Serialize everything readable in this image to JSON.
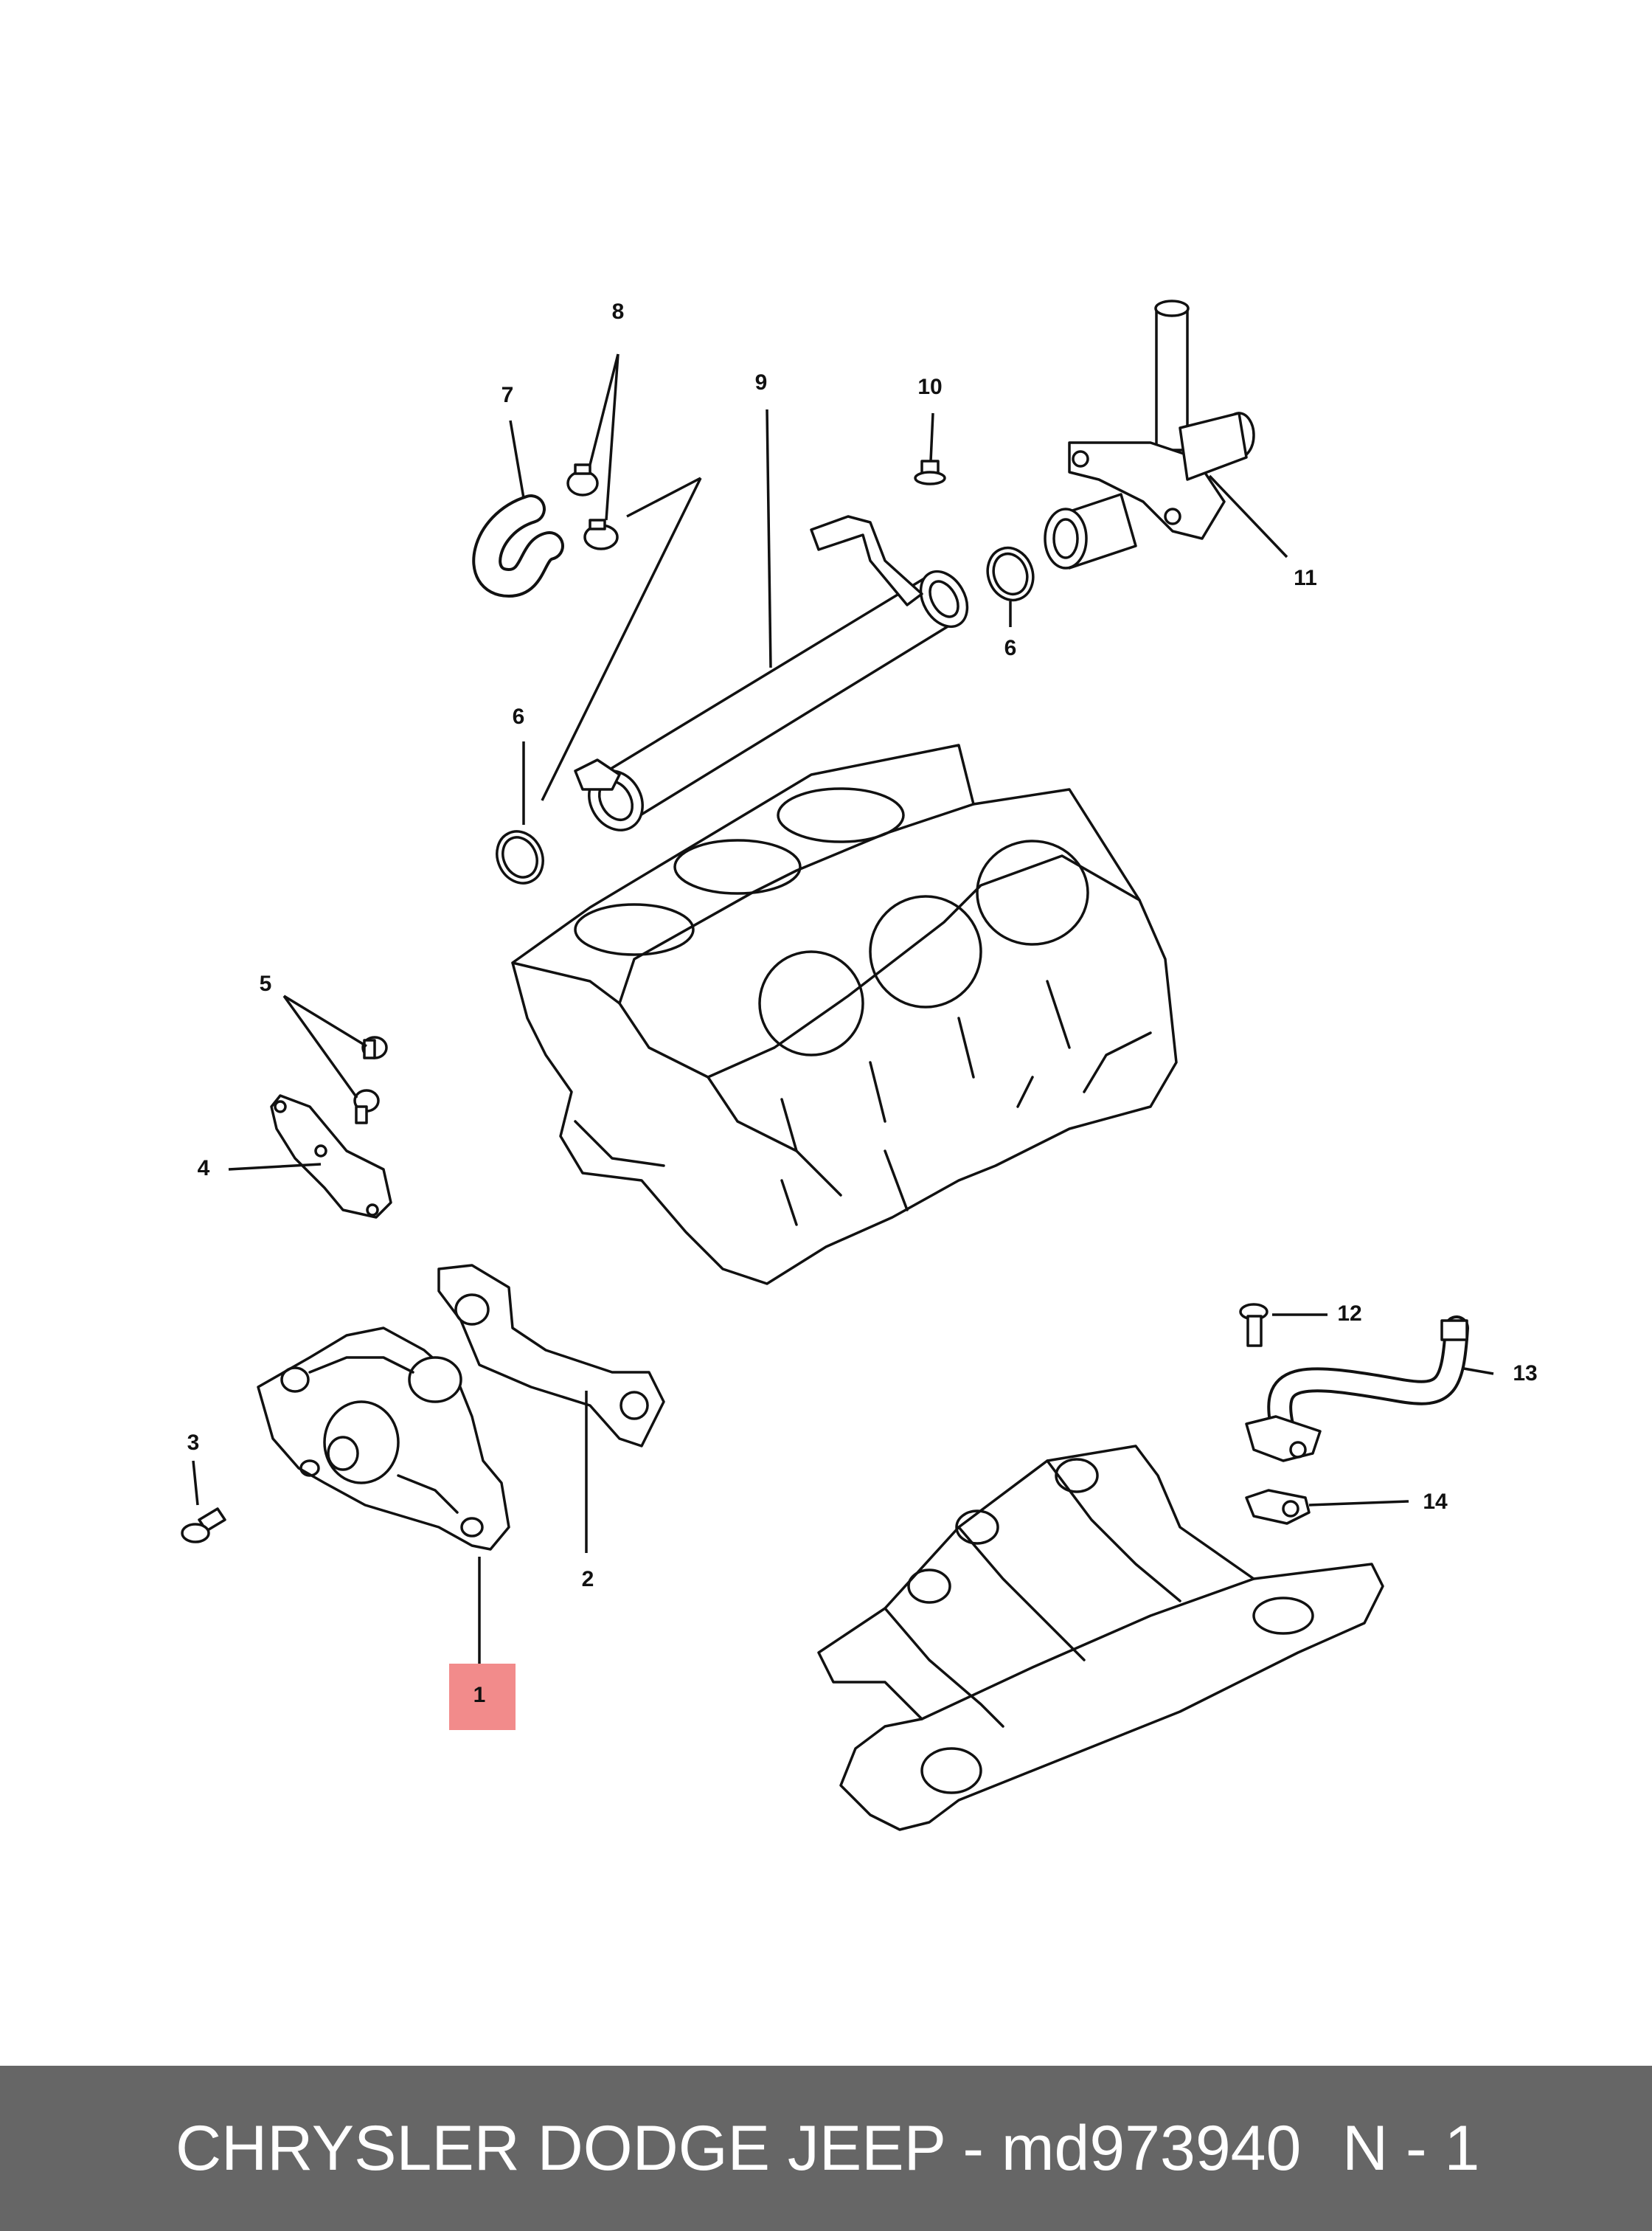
{
  "footer": {
    "title": "CHRYSLER DODGE JEEP - md973940",
    "page": "N - 1"
  },
  "callouts": {
    "c1": "1",
    "c2": "2",
    "c3": "3",
    "c4": "4",
    "c5": "5",
    "c6a": "6",
    "c6b": "6",
    "c7": "7",
    "c8": "8",
    "c9": "9",
    "c10": "10",
    "c11": "11",
    "c12": "12",
    "c13": "13",
    "c14": "14"
  },
  "highlight": {
    "callout": "1",
    "color": "#f28b8b"
  },
  "colors": {
    "footer_bg": "#666666",
    "footer_text": "#ffffff",
    "line": "#111111"
  }
}
